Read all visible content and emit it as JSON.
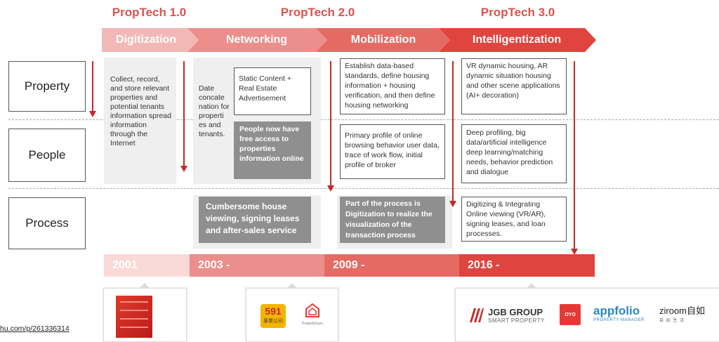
{
  "eras": [
    "PropTech 1.0",
    "PropTech 2.0",
    "PropTech 3.0"
  ],
  "phases": [
    "Digitization",
    "Networking",
    "Mobilization",
    "Intelligentization"
  ],
  "dimensions": [
    "Property",
    "People",
    "Process"
  ],
  "digitization": {
    "text": "Collect, record, and store relevant properties and potential tenants information spread information through the Internet"
  },
  "networking": {
    "side_text": "Date concate nation for properti es and tenants.",
    "static_box": "Static Content + Real Estate Advertisement",
    "people_box": "People now have free access to properties information online",
    "process_box": "Cumbersome house viewing, signing leases and after-sales service"
  },
  "mobilization": {
    "property": "Establish data-based standards, define housing information + housing verification, and then define housing networking",
    "people": "Primary profile of online browsing behavior user data, trace of work flow, initial profile of broker",
    "process": "Part of the process is Digitization to realize the visualization of the transaction process"
  },
  "intelligentization": {
    "property": "VR dynamic housing, AR dynamic situation housing and other scene applications (AI+ decoration)",
    "people": "Deep profiling, big data/artificial intelligence deep learning/matching needs, behavior prediction and dialogue",
    "process": "Digitizing & Integrating Online viewing (VR/AR), signing leases, and loan processes."
  },
  "years": [
    "2001",
    "2003 -",
    "2009 -",
    "2016 -"
  ],
  "logos": {
    "l591_main": "591",
    "l591_sub": "專業公司",
    "propertyguru": "PropertyGuru",
    "jgb_main": "JGB GROUP",
    "jgb_sub": "SMART PROPERTY",
    "oyo": "OYO",
    "appfolio_main": "appfolio",
    "appfolio_sub": "PROPERTY MANAGER",
    "ziroom_main": "ziroom自如",
    "ziroom_sub": "自 如 生 活"
  },
  "source_url": "hu.com/p/261336314",
  "colors": {
    "era_red": "#d9534f",
    "phase1": "#f2b8b5",
    "phase2": "#ec8e8b",
    "phase3": "#e56a64",
    "phase4": "#e0443e",
    "arrow": "#c62828",
    "gray_box": "#8f8f8f"
  }
}
